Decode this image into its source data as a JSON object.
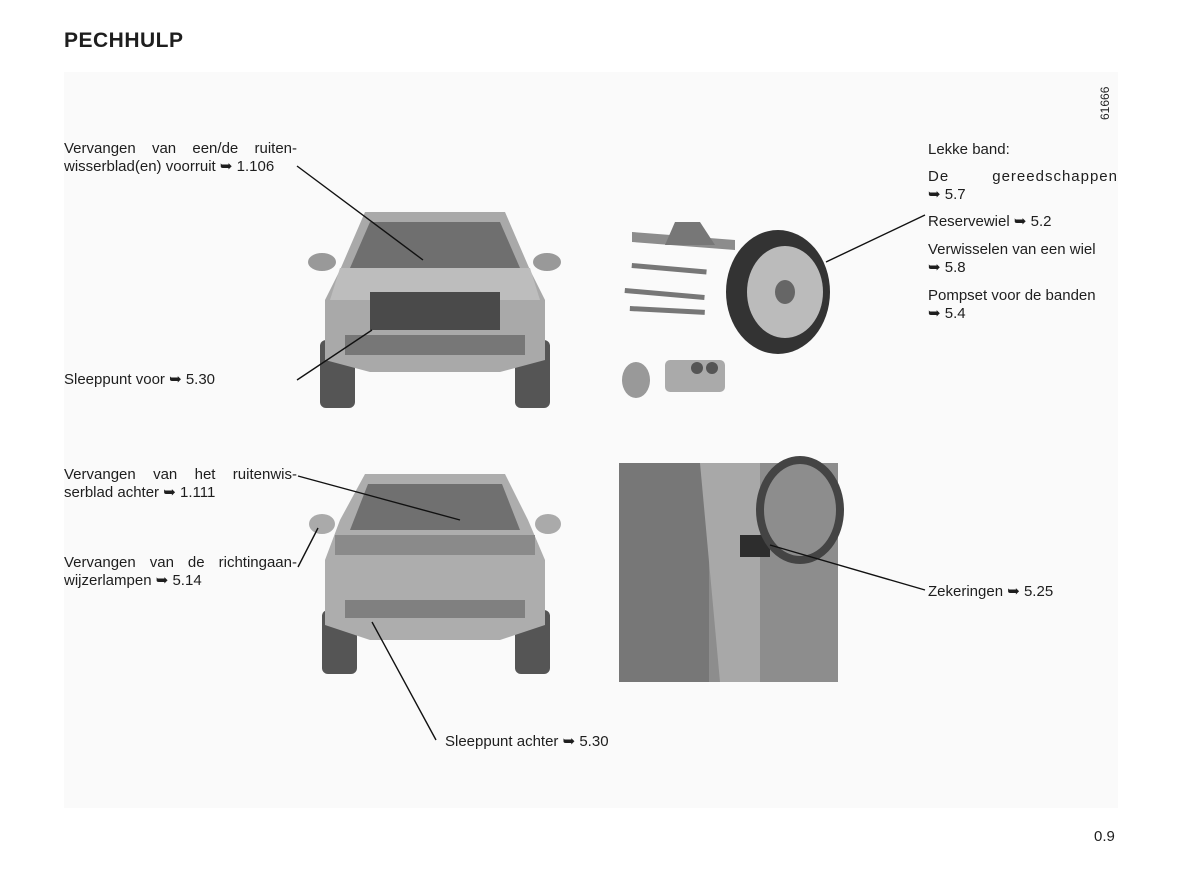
{
  "title": "PECHHULP",
  "figure_code": "61666",
  "arrow": "➥",
  "labels": {
    "wiper_front_line1": "Vervangen van een/de ruiten-",
    "wiper_front_line2": "wisserblad(en) voorruit",
    "wiper_front_ref": "1.106",
    "tow_front": "Sleeppunt voor",
    "tow_front_ref": "5.30",
    "wiper_rear_line1": "Vervangen van het ruitenwis-",
    "wiper_rear_line2": "serblad achter",
    "wiper_rear_ref": "1.111",
    "indicator_line1": "Vervangen van de richtingaan-",
    "indicator_line2": "wijzerlampen",
    "indicator_ref": "5.14",
    "tow_rear": "Sleeppunt achter",
    "tow_rear_ref": "5.30",
    "flat_tyre": "Lekke band:",
    "tools": "De gereedschappen",
    "tools_ref": "5.7",
    "spare_wheel": "Reservewiel",
    "spare_wheel_ref": "5.2",
    "change_wheel": "Verwisselen van een wiel",
    "change_wheel_ref": "5.8",
    "pump_kit": "Pompset voor de banden",
    "pump_kit_ref": "5.4",
    "fuses": "Zekeringen",
    "fuses_ref": "5.25"
  },
  "page_number": "0.9"
}
